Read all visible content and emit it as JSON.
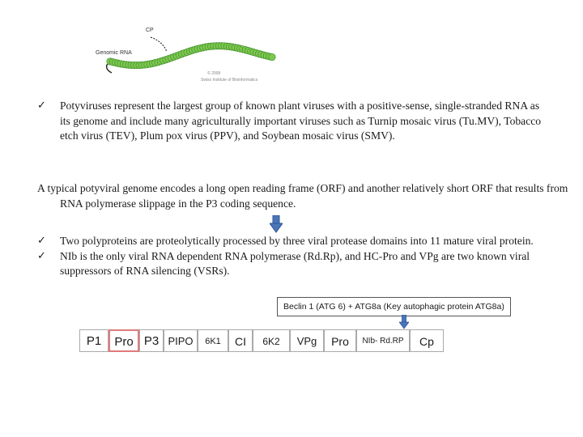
{
  "figure": {
    "cp_label": "CP",
    "rna_label": "Genomic RNA",
    "caption_line1": "© 2008",
    "caption_line2": "Swiss Institute of Bioinformatics",
    "colors": {
      "bead_fill": "#7ec850",
      "bead_stroke": "#3f8f2a"
    }
  },
  "bullets_top": [
    {
      "text": "Potyviruses represent the largest group of known plant viruses with a positive-sense, single-stranded RNA as its genome and include many agriculturally important viruses such as Turnip mosaic virus (Tu.MV), Tobacco etch virus (TEV), Plum pox virus (PPV), and Soybean mosaic virus (SMV)."
    }
  ],
  "paragraph": "A typical potyviral genome encodes a long open reading frame (ORF) and another relatively short ORF that results from RNA polymerase slippage in the P3 coding sequence.",
  "arrow_color": "#4a76b8",
  "bullets_bottom": [
    {
      "text": "Two polyproteins are proteolytically processed by three viral protease domains into 11 mature viral protein."
    },
    {
      "text": "NIb is the only viral RNA dependent RNA polymerase (Rd.Rp), and HC-Pro and VPg are two known viral suppressors of RNA silencing (VSRs)."
    }
  ],
  "check_glyph": "✓",
  "beclin_label": "Beclin 1 (ATG 6) + ATG8a (Key autophagic protein ATG8a)",
  "genome_segments": [
    {
      "label": "P1"
    },
    {
      "label": "Pro"
    },
    {
      "label": "P3"
    },
    {
      "label": "PIPO"
    },
    {
      "label": "6K1"
    },
    {
      "label": "CI"
    },
    {
      "label": "6K2"
    },
    {
      "label": "VPg"
    },
    {
      "label": "Pro"
    },
    {
      "label": "NIb- Rd.RP"
    },
    {
      "label": "Cp"
    }
  ]
}
